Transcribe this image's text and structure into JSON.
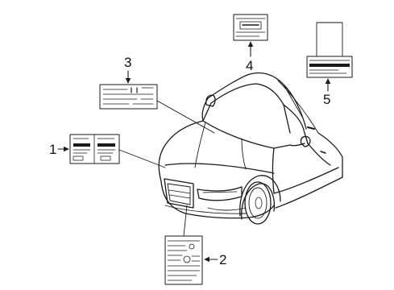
{
  "callouts": [
    {
      "num": "1",
      "part": "label-1"
    },
    {
      "num": "2",
      "part": "label-2"
    },
    {
      "num": "3",
      "part": "label-3"
    },
    {
      "num": "4",
      "part": "label-4"
    },
    {
      "num": "5",
      "part": "label-5"
    }
  ],
  "colors": {
    "line": "#1a1a1a",
    "fill": "#ffffff"
  }
}
